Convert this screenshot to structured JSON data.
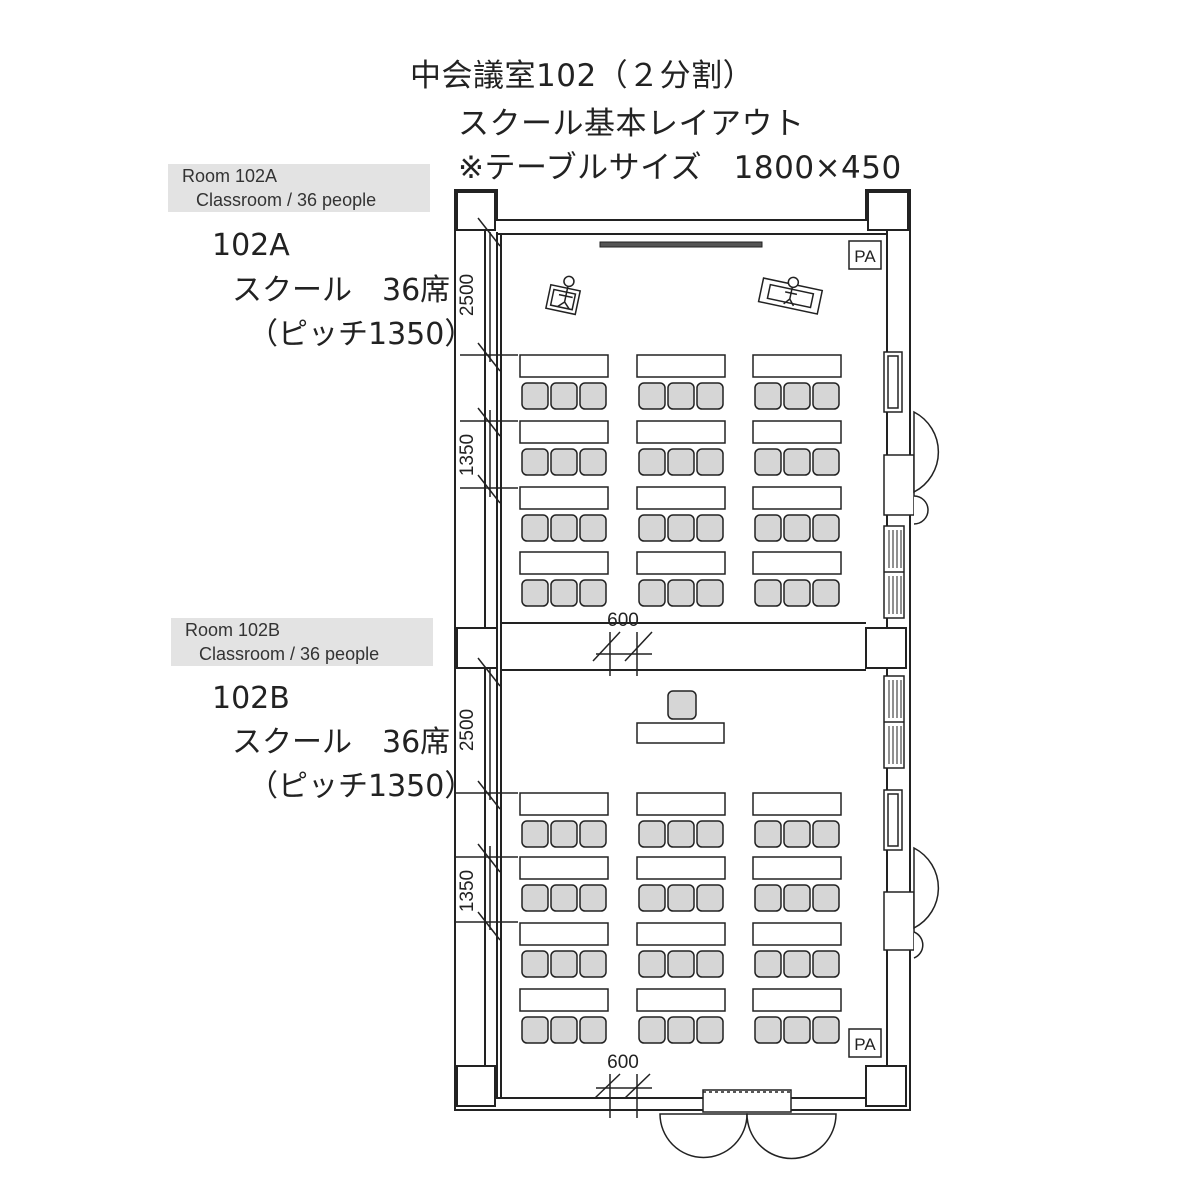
{
  "header": {
    "line1": "中会議室102（２分割）",
    "line2": "スクール基本レイアウト",
    "line3": "※テーブルサイズ　1800×450"
  },
  "room_a": {
    "tag_line1": "Room 102A",
    "tag_line2": "Classroom / 36 people",
    "name": "102A",
    "layout": "スクール　36席",
    "pitch": "（ピッチ1350）",
    "dim_front": "2500",
    "dim_pitch": "1350",
    "pa_label": "PA"
  },
  "room_b": {
    "tag_line1": "Room 102B",
    "tag_line2": "Classroom / 36 people",
    "name": "102B",
    "layout": "スクール　36席",
    "pitch": "（ピッチ1350）",
    "dim_front": "2500",
    "dim_pitch": "1350",
    "pa_label": "PA"
  },
  "partition_gap": "600",
  "bottom_gap": "600",
  "colors": {
    "line": "#222222",
    "chair": "#d6d6d6",
    "tag": "#e3e3e3"
  }
}
